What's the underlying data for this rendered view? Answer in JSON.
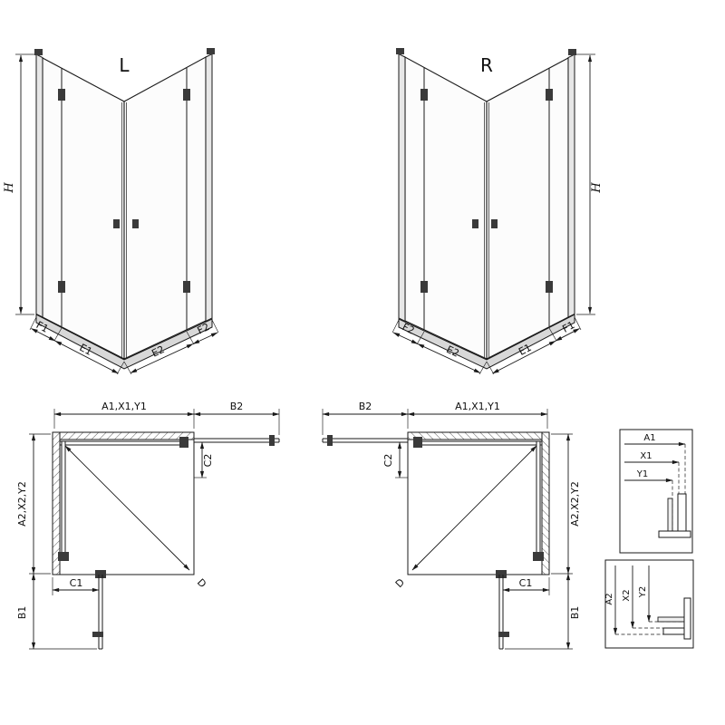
{
  "drawing": {
    "perspective_left": {
      "label": "L",
      "dim_height": "H",
      "dims_bottom": [
        "F1",
        "E1",
        "E2",
        "F2"
      ]
    },
    "perspective_right": {
      "label": "R",
      "dim_height": "H",
      "dims_bottom": [
        "F2",
        "E2",
        "E1",
        "F1"
      ]
    },
    "plan_left": {
      "dim_top": "A1,X1,Y1",
      "dim_door_swing_top": "B2",
      "dim_c2": "C2",
      "dim_side": "A2,X2,Y2",
      "dim_c1": "C1",
      "dim_door_swing_side": "B1",
      "dim_diagonal": "D"
    },
    "plan_right": {
      "dim_top": "A1,X1,Y1",
      "dim_door_swing_top": "B2",
      "dim_c2": "C2",
      "dim_side": "A2,X2,Y2",
      "dim_c1": "C1",
      "dim_door_swing_side": "B1",
      "dim_diagonal": "D"
    },
    "detail_top": {
      "labels": [
        "A1",
        "X1",
        "Y1"
      ]
    },
    "detail_bottom": {
      "labels": [
        "A2",
        "X2",
        "Y2"
      ]
    }
  },
  "colors": {
    "line": "#1a1a1a",
    "tray": "#d8d8d8",
    "profile": "#e7e7e7",
    "background": "#ffffff"
  }
}
